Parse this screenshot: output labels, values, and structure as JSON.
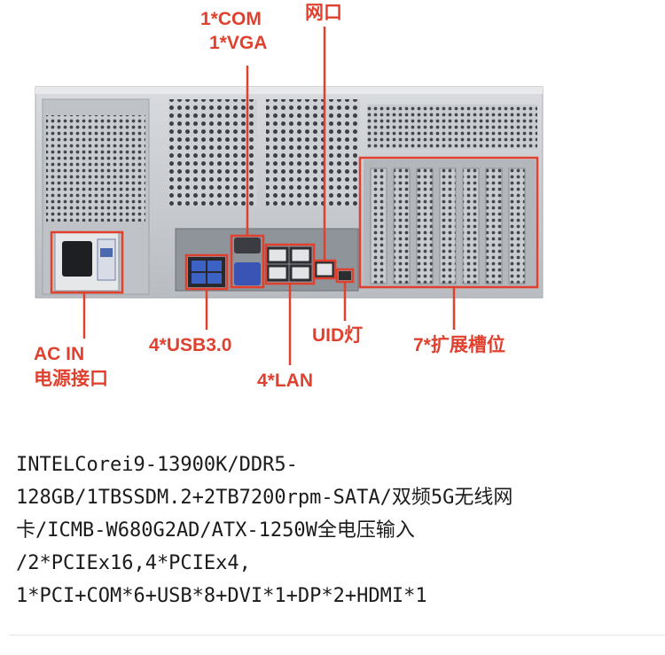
{
  "labels": {
    "com_vga_line1": "1*COM",
    "com_vga_line2": "1*VGA",
    "network_port": "网口",
    "ac_in_line1": "AC IN",
    "ac_in_line2": "电源接口",
    "usb": "4*USB3.0",
    "lan": "4*LAN",
    "uid_light": "UID灯",
    "expansion_slots": "7*扩展槽位"
  },
  "description_lines": [
    "INTELCorei9-13900K/DDR5-",
    "128GB/1TBSSDM.2+2TB7200rpm-SATA/双频5G无线网",
    "卡/ICMB-W680G2AD/ATX-1250W全电压输入",
    "/2*PCIEx16,4*PCIEx4,",
    "1*PCI+COM*6+USB*8+DVI*1+DP*2+HDMI*1"
  ],
  "colors": {
    "annotation": "#e0412f",
    "chassis": "#c4c7cc",
    "panel": "#9a9ea4"
  }
}
